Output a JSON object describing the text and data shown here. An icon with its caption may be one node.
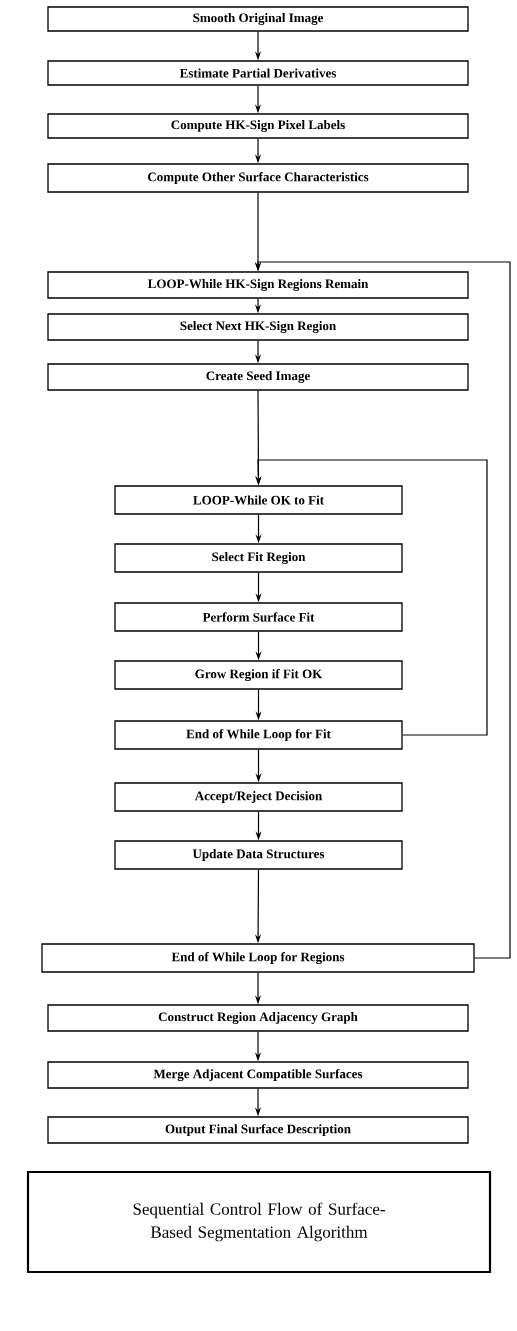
{
  "diagram": {
    "nodes": [
      {
        "text": [
          "Smooth Original Image"
        ]
      },
      {
        "text": [
          "Estimate Partial Derivatives"
        ]
      },
      {
        "text": [
          "Compute HK-Sign Pixel Labels"
        ]
      },
      {
        "text": [
          "Compute Other Surface Characteristics"
        ]
      },
      {
        "text": [
          "LOOP-While HK-Sign Regions Remain"
        ]
      },
      {
        "text": [
          "Select Next HK-Sign Region"
        ]
      },
      {
        "text": [
          "Create Seed Image"
        ]
      },
      {
        "text": [
          "LOOP-While OK to Fit"
        ]
      },
      {
        "text": [
          "Select Fit Region"
        ]
      },
      {
        "text": [
          "Perform Surface Fit"
        ]
      },
      {
        "text": [
          "Grow Region if Fit OK"
        ]
      },
      {
        "text": [
          "End of While Loop for Fit"
        ]
      },
      {
        "text": [
          "Accept/Reject Decision"
        ]
      },
      {
        "text": [
          "Update Data Structures"
        ]
      },
      {
        "text": [
          "End of While Loop for Regions"
        ]
      },
      {
        "text": [
          "Construct Region Adjacency Graph"
        ]
      },
      {
        "text": [
          "Merge Adjacent Compatible Surfaces"
        ]
      },
      {
        "text": [
          "Output Final Surface Description"
        ]
      },
      {
        "text": [
          "Sequential Control Flow of Surface-Based Segmentation Algorithm"
        ]
      }
    ],
    "edges": [
      {
        "from": 0,
        "to": 1,
        "arrow": "to"
      },
      {
        "from": 1,
        "to": 2,
        "arrow": "to"
      },
      {
        "from": 2,
        "to": 3,
        "arrow": "to"
      },
      {
        "from": 3,
        "to": 4,
        "arrow": "to"
      },
      {
        "from": 4,
        "to": 5,
        "arrow": "to"
      },
      {
        "from": 5,
        "to": 6,
        "arrow": "to"
      },
      {
        "from": 6,
        "to": 7,
        "arrow": "to"
      },
      {
        "from": 7,
        "to": 8,
        "arrow": "to"
      },
      {
        "from": 8,
        "to": 9,
        "arrow": "to"
      },
      {
        "from": 9,
        "to": 10,
        "arrow": "to"
      },
      {
        "from": 10,
        "to": 11,
        "arrow": "to"
      },
      {
        "from": 11,
        "to": 12,
        "arrow": "to"
      },
      {
        "from": 12,
        "to": 13,
        "arrow": "to"
      },
      {
        "from": 13,
        "to": 14,
        "arrow": "to"
      },
      {
        "from": 14,
        "to": 15,
        "arrow": "to"
      },
      {
        "from": 15,
        "to": 16,
        "arrow": "to"
      },
      {
        "from": 16,
        "to": 17,
        "arrow": "to"
      },
      {
        "from": 11,
        "to": 7,
        "arrow": "to"
      },
      {
        "from": 14,
        "to": 4,
        "arrow": "to"
      }
    ]
  }
}
